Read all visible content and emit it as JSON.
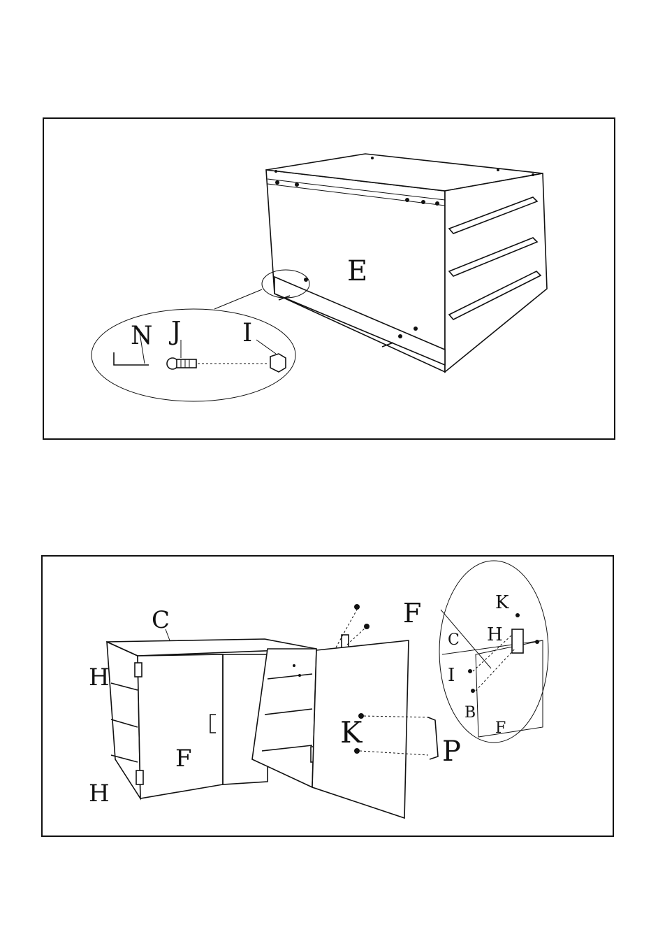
{
  "colors": {
    "line": "#111111",
    "background": "#ffffff"
  },
  "step1": {
    "panel_label": "E",
    "detail": {
      "wrench": "N",
      "bolt": "J",
      "nut": "I"
    }
  },
  "step2": {
    "labels": {
      "top_panel": "C",
      "hinge_top": "H",
      "hinge_bottom": "H",
      "front_door": "F",
      "opened_door": "F",
      "screw": "K",
      "handle": "P"
    },
    "detail": {
      "screw": "K",
      "hinge": "H",
      "top_panel": "C",
      "nut": "I",
      "side_panel": "B",
      "door": "F"
    }
  }
}
